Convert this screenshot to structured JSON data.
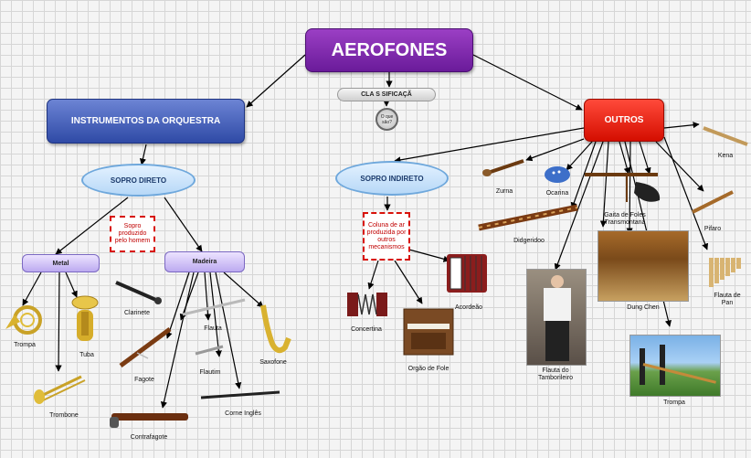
{
  "title": "AEROFONES",
  "classification": {
    "label": "CLA S SIFICAÇÃ",
    "question": "O que são?"
  },
  "orchestra": {
    "label": "INSTRUMENTOS DA ORQUESTRA",
    "direct": "SOPRO DIRETO",
    "note": "Sopro produzido pelo homem",
    "metal": {
      "label": "Metal",
      "items": [
        "Trompa",
        "Tuba",
        "Trombone"
      ]
    },
    "wood": {
      "label": "Madeira",
      "items": [
        "Clarinete",
        "Fagote",
        "Contrafagote",
        "Flauta",
        "Flautim",
        "Saxofone",
        "Corne Inglês"
      ]
    }
  },
  "indirect": {
    "label": "SOPRO INDIRETO",
    "note": "Coluna de ar produzida por outros mecanismos",
    "items": [
      "Concertina",
      "Acordeão",
      "Orgão de Fole"
    ]
  },
  "others": {
    "label": "OUTROS",
    "items": [
      "Zurna",
      "Ocarina",
      "Didgeridoo",
      "Gaita de Foles Transmontana",
      "Kena",
      "Pifaro",
      "Flauta de Pan",
      "Dung Chen",
      "Flauta do Tamborileiro",
      "Trompa"
    ]
  },
  "colors": {
    "title": "#6a1b9a",
    "orchestra": "#2f4aa6",
    "others": "#d40e00",
    "note_border": "#d8120a",
    "ellipse": "#b7d8f7"
  }
}
